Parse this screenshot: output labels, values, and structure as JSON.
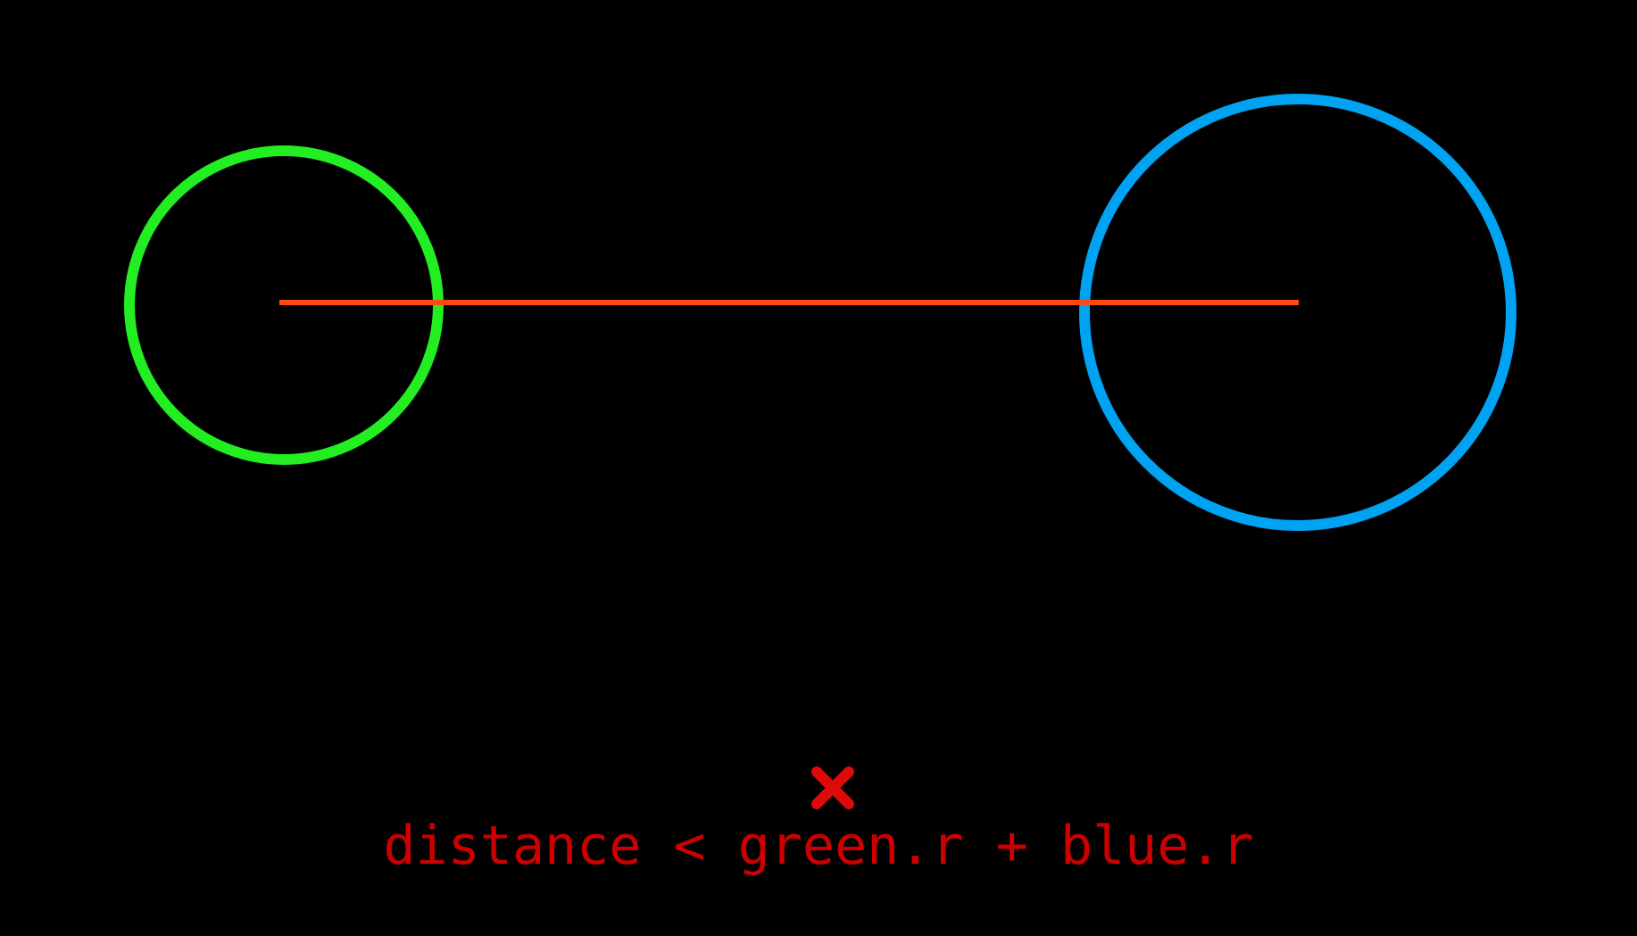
{
  "scene": {
    "background": "#000000",
    "circles": [
      {
        "id": "green",
        "color": "#22ee22"
      },
      {
        "id": "blue",
        "color": "#00a2f2"
      }
    ],
    "connector_color": "#ff4a14"
  },
  "status": {
    "icon": "cross-mark-icon",
    "color": "#dd0a0a"
  },
  "formula": {
    "text": "distance < green.r + blue.r",
    "color": "#cc0000"
  }
}
